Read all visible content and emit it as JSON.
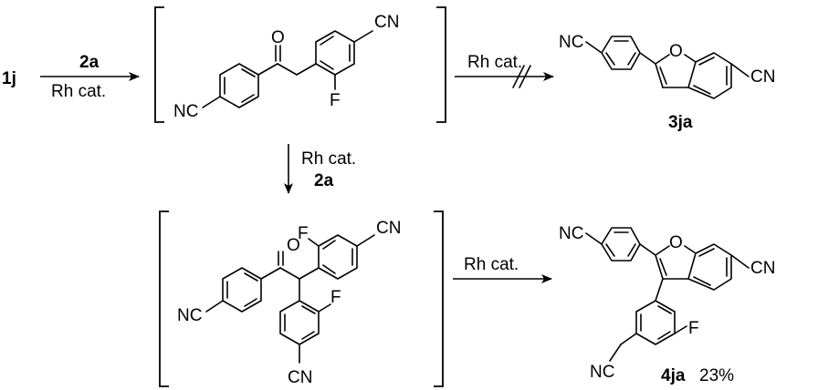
{
  "compounds": {
    "start": "1j",
    "reagent": "2a",
    "product_a": "3ja",
    "product_b": "4ja",
    "product_b_yield": "23%"
  },
  "conditions": {
    "catalyst": "Rh cat."
  },
  "atoms": {
    "nitrile": "NC",
    "nitrile_r": "CN",
    "oxygen": "O",
    "fluorine": "F"
  }
}
